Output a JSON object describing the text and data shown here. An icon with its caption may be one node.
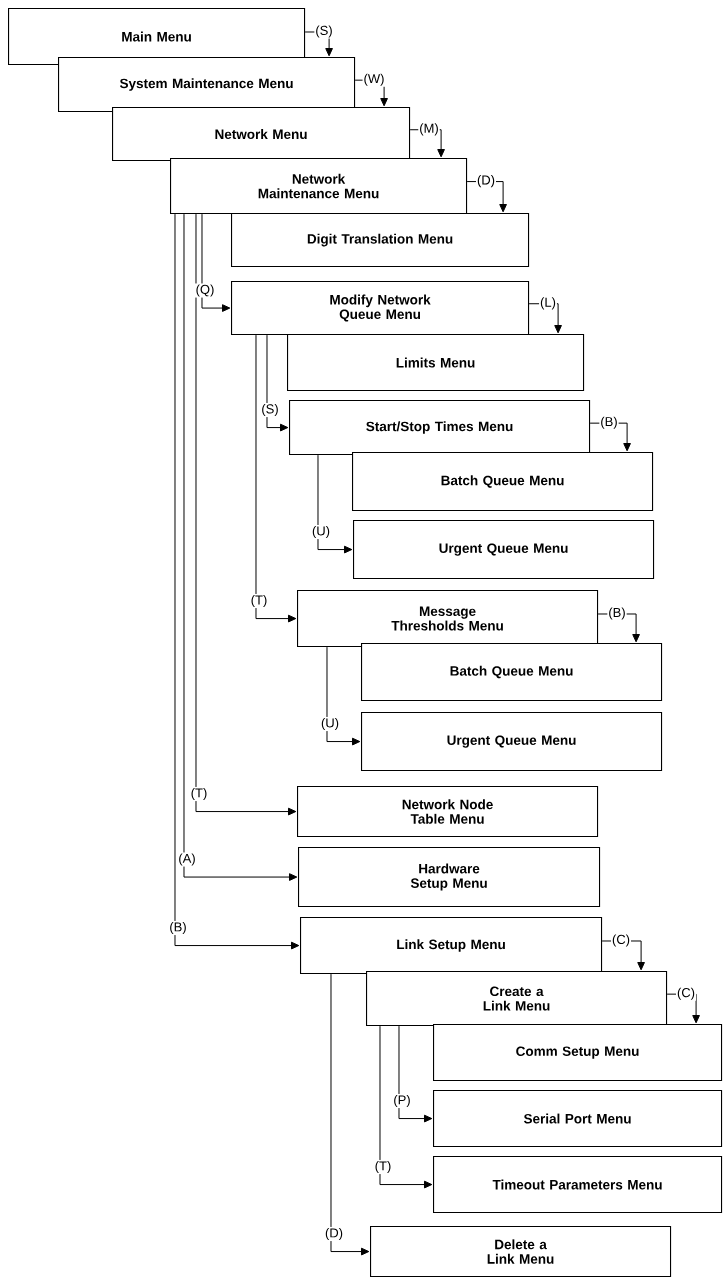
{
  "diagram": {
    "nodes": [
      {
        "text": [
          "Main Menu"
        ]
      },
      {
        "text": [
          "System Maintenance Menu"
        ]
      },
      {
        "text": [
          "Network Menu"
        ]
      },
      {
        "text": [
          "Network Maintenance Menu"
        ]
      },
      {
        "text": [
          "Digit Translation Menu"
        ]
      },
      {
        "text": [
          "Modify Network Queue Menu"
        ]
      },
      {
        "text": [
          "Limits Menu"
        ]
      },
      {
        "text": [
          "Start/Stop Times Menu"
        ]
      },
      {
        "text": [
          "Batch Queue Menu"
        ]
      },
      {
        "text": [
          "Urgent Queue Menu"
        ]
      },
      {
        "text": [
          "Message Thresholds Menu"
        ]
      },
      {
        "text": [
          "Batch Queue Menu"
        ]
      },
      {
        "text": [
          "Urgent Queue Menu"
        ]
      },
      {
        "text": [
          "Network Node Table Menu"
        ]
      },
      {
        "text": [
          "Hardware Setup Menu"
        ]
      },
      {
        "text": [
          "Link Setup Menu"
        ]
      },
      {
        "text": [
          "Create a Link Menu"
        ]
      },
      {
        "text": [
          "Comm Setup Menu"
        ]
      },
      {
        "text": [
          "Serial Port Menu"
        ]
      },
      {
        "text": [
          "Timeout Parameters Menu"
        ]
      },
      {
        "text": [
          "Delete a Link Menu"
        ]
      }
    ],
    "edges": [
      {
        "from": 0,
        "to": 1,
        "arrow": "to",
        "label": "(S)"
      },
      {
        "from": 1,
        "to": 2,
        "arrow": "to",
        "label": "(W)"
      },
      {
        "from": 2,
        "to": 3,
        "arrow": "to",
        "label": "(M)"
      },
      {
        "from": 3,
        "to": 4,
        "arrow": "to",
        "label": "(D)"
      },
      {
        "from": 3,
        "to": 5,
        "arrow": "to",
        "label": "(Q)"
      },
      {
        "from": 5,
        "to": 6,
        "arrow": "to",
        "label": "(L)"
      },
      {
        "from": 5,
        "to": 7,
        "arrow": "to",
        "label": "(S)"
      },
      {
        "from": 7,
        "to": 8,
        "arrow": "to",
        "label": "(B)"
      },
      {
        "from": 7,
        "to": 9,
        "arrow": "to",
        "label": "(U)"
      },
      {
        "from": 5,
        "to": 10,
        "arrow": "to",
        "label": "(T)"
      },
      {
        "from": 10,
        "to": 11,
        "arrow": "to",
        "label": "(B)"
      },
      {
        "from": 10,
        "to": 12,
        "arrow": "to",
        "label": "(U)"
      },
      {
        "from": 3,
        "to": 13,
        "arrow": "to",
        "label": "(T)"
      },
      {
        "from": 3,
        "to": 14,
        "arrow": "to",
        "label": "(A)"
      },
      {
        "from": 3,
        "to": 15,
        "arrow": "to",
        "label": "(B)"
      },
      {
        "from": 15,
        "to": 16,
        "arrow": "to",
        "label": "(C)"
      },
      {
        "from": 16,
        "to": 17,
        "arrow": "to",
        "label": "(C)"
      },
      {
        "from": 16,
        "to": 18,
        "arrow": "to",
        "label": "(P)"
      },
      {
        "from": 16,
        "to": 19,
        "arrow": "to",
        "label": "(T)"
      },
      {
        "from": 15,
        "to": 20,
        "arrow": "to",
        "label": "(D)"
      }
    ]
  }
}
